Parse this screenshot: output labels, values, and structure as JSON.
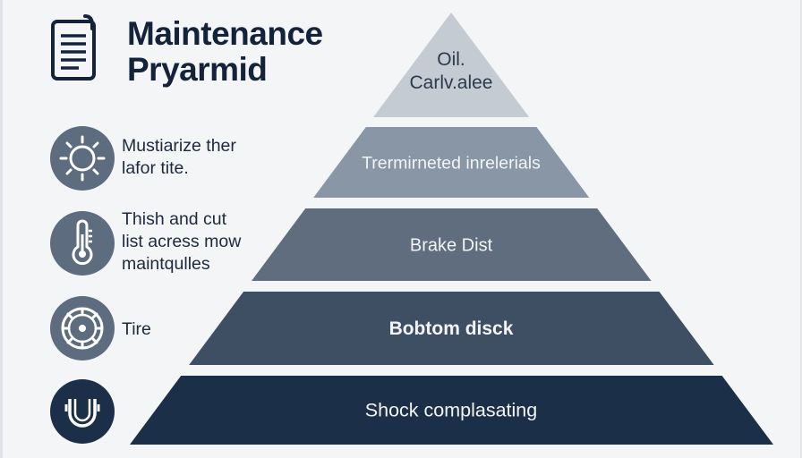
{
  "title": "Maintenance\nPryarmid",
  "icons": {
    "title_icon": "document-icon",
    "row1_icon": "sun-icon",
    "row2_icon": "thermometer-icon",
    "row3_icon": "gear-icon",
    "row4_icon": "magnet-icon"
  },
  "side_items": [
    {
      "text": "Mustiarize ther\nlafor tite."
    },
    {
      "text": "Thish and cut\nlist acress mow\nmaintqulles"
    },
    {
      "text": "Tire"
    },
    {
      "text": ""
    }
  ],
  "pyramid": {
    "tiers": [
      {
        "label_lines": [
          "Oil.",
          "Carlv.alee"
        ],
        "color": "#c5cbd2",
        "text_color": "#2b3a4d"
      },
      {
        "label_lines": [
          "Trermirneted inrelerials"
        ],
        "color": "#8896a5",
        "text_color": "#f2f4f6"
      },
      {
        "label_lines": [
          "Brake Dist"
        ],
        "color": "#5f6d7e",
        "text_color": "#f2f4f6"
      },
      {
        "label_lines": [
          "Bobtom disck"
        ],
        "color": "#3e4f63",
        "text_color": "#f2f4f6"
      },
      {
        "label_lines": [
          "Shock complasating"
        ],
        "color": "#1c2f48",
        "text_color": "#f2f4f6"
      }
    ]
  },
  "colors": {
    "background": "#f4f5f6",
    "title": "#14233a",
    "icon_circle": "#5d6c7e"
  }
}
